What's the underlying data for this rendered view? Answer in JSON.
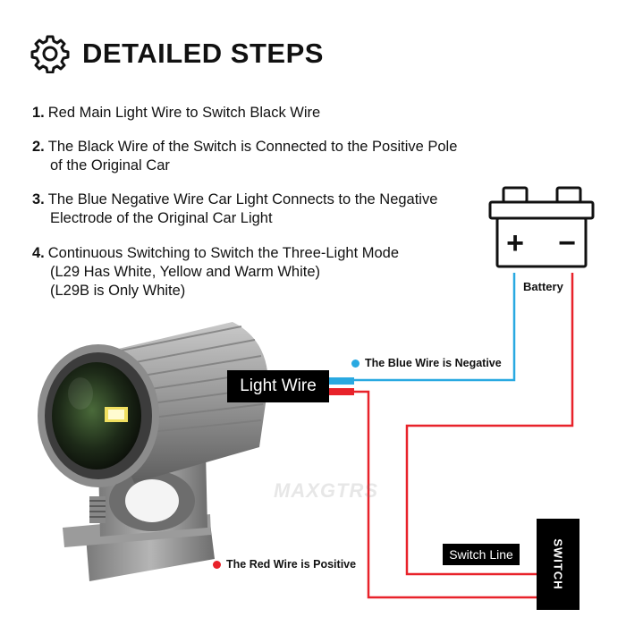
{
  "header": {
    "icon": "gear-icon",
    "title": "DETAILED STEPS"
  },
  "steps": [
    {
      "number": "1.",
      "lines": [
        "Red Main Light Wire to Switch Black Wire"
      ]
    },
    {
      "number": "2.",
      "lines": [
        "The Black Wire of the Switch is Connected to the Positive Pole",
        "of the Original Car"
      ]
    },
    {
      "number": "3.",
      "lines": [
        "The Blue Negative Wire Car Light Connects to the Negative",
        "Electrode of the Original Car Light"
      ]
    },
    {
      "number": "4.",
      "lines": [
        "Continuous Switching to Switch the Three-Light Mode",
        "(L29 Has White, Yellow and Warm White)",
        "(L29B is Only White)"
      ]
    }
  ],
  "diagram": {
    "light_wire_label": "Light Wire",
    "battery_label": "Battery",
    "battery_plus": "+",
    "battery_minus": "−",
    "blue_note": "The Blue Wire is Negative",
    "red_note": "The Red Wire is Positive",
    "switch_line_label": "Switch Line",
    "switch_label": "SWITCH",
    "watermark": "MAXGTRS"
  },
  "colors": {
    "blue_wire": "#29a9e1",
    "red_wire": "#e8222a",
    "label_bg": "#000000"
  }
}
